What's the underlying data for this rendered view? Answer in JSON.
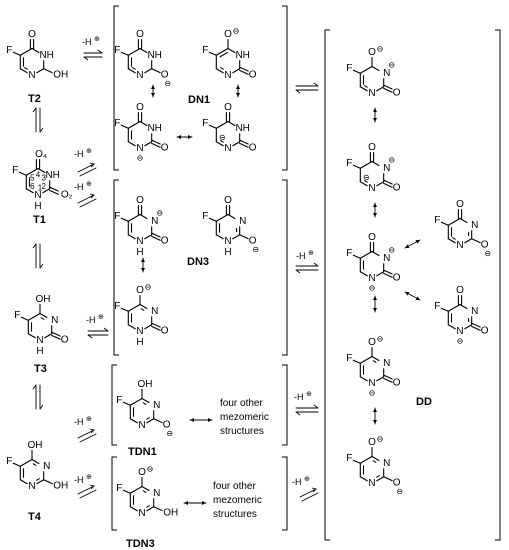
{
  "labels": {
    "T2": "T2",
    "T1": "T1",
    "T3": "T3",
    "T4": "T4",
    "DN1": "DN1",
    "DN3": "DN3",
    "DD": "DD",
    "TDN1": "TDN1",
    "TDN3": "TDN3"
  },
  "arrow_label": "-H",
  "proton_symbol": "⊕",
  "anion_symbol": "⊖",
  "four_other": "four other",
  "mezomeric": "mezomeric",
  "structures": "structures",
  "atoms": {
    "F": "F",
    "NH": "NH",
    "N": "N",
    "H": "H",
    "O": "O",
    "OH": "OH",
    "O2": "O₂",
    "O4": "O₄"
  },
  "ring_numbers": [
    "1",
    "2",
    "3",
    "4",
    "5",
    "6"
  ]
}
